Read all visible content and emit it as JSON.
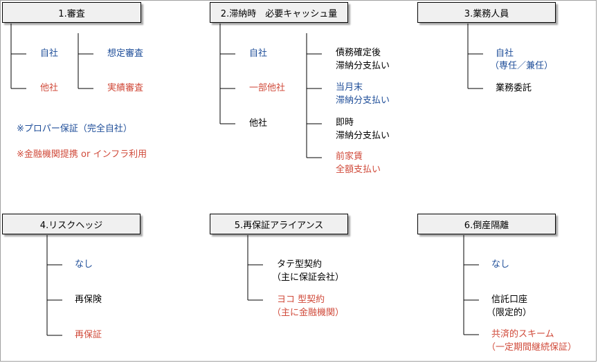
{
  "colors": {
    "blue": "#1f4e99",
    "red": "#d04a3a",
    "black": "#000000"
  },
  "sections": {
    "s1": {
      "title": "1.審査",
      "left": [
        "自社",
        "他社"
      ],
      "right": [
        "想定審査",
        "実績審査"
      ],
      "notes": [
        "※プロパー保証（完全自社）",
        "※金融機関提携 or インフラ利用"
      ]
    },
    "s2": {
      "title": "2.滞納時　必要キャッシュ量",
      "left": [
        "自社",
        "一部他社",
        "他社"
      ],
      "right": [
        [
          "債務確定後",
          "滞納分支払い"
        ],
        [
          "当月末",
          "滞納分支払い"
        ],
        [
          "即時",
          "滞納分支払い"
        ],
        [
          "前家賃",
          "全額支払い"
        ]
      ]
    },
    "s3": {
      "title": "3.業務人員",
      "items": [
        [
          "自社",
          "（専任／兼任）"
        ],
        [
          "業務委託"
        ]
      ]
    },
    "s4": {
      "title": "4.リスクヘッジ",
      "items": [
        "なし",
        "再保険",
        "再保証"
      ]
    },
    "s5": {
      "title": "5.再保証アライアンス",
      "items": [
        [
          "タテ型契約",
          "（主に保証会社）"
        ],
        [
          "ヨコ 型契約",
          "（主に金融機関）"
        ]
      ]
    },
    "s6": {
      "title": "6.倒産隔離",
      "items": [
        [
          "なし"
        ],
        [
          "信託口座",
          "（限定的）"
        ],
        [
          "共済的スキーム",
          "（一定期間継続保証）"
        ]
      ]
    }
  }
}
